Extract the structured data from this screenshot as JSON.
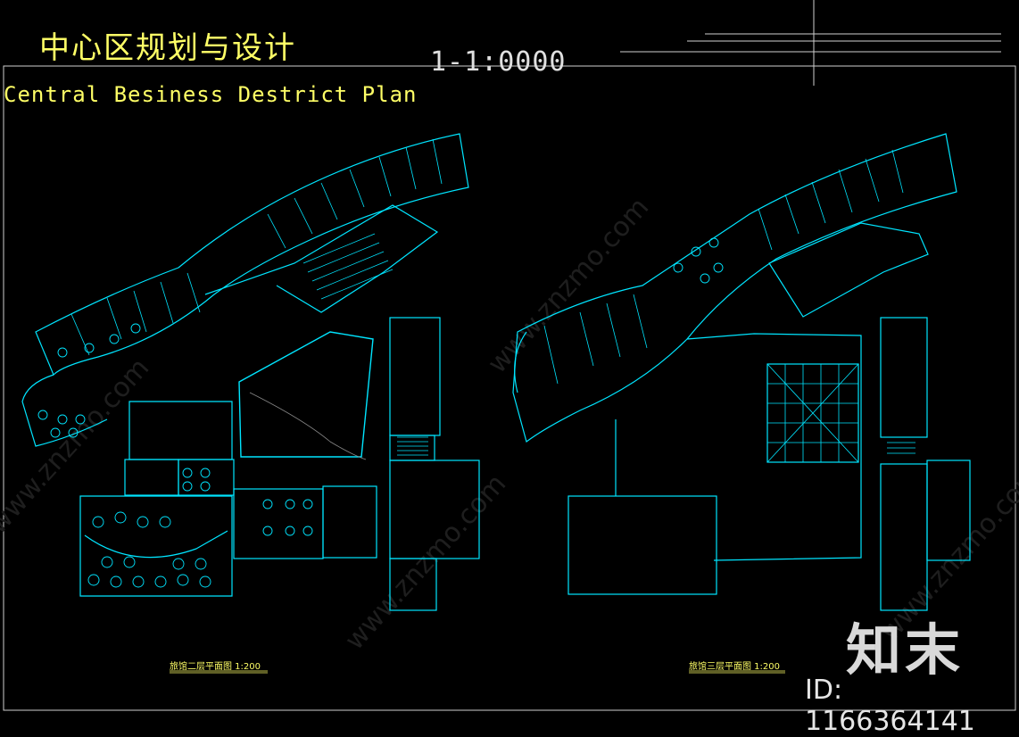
{
  "drawing": {
    "title_cn": "中心区规划与设计",
    "title_en": "Central Besiness Destrict Plan",
    "sheet_code": "1-1:0000"
  },
  "plans": [
    {
      "caption": "旅馆二层平面图  1:200"
    },
    {
      "caption": "旅馆三层平面图  1:200"
    }
  ],
  "watermark": {
    "brand": "知末",
    "id_label": "ID: 1166364141",
    "repeat_text": "www.znzmo.com"
  },
  "colors": {
    "background": "#000000",
    "linework": "#00e5ff",
    "frame": "#cfcfcf",
    "annotation": "#ffff66"
  }
}
